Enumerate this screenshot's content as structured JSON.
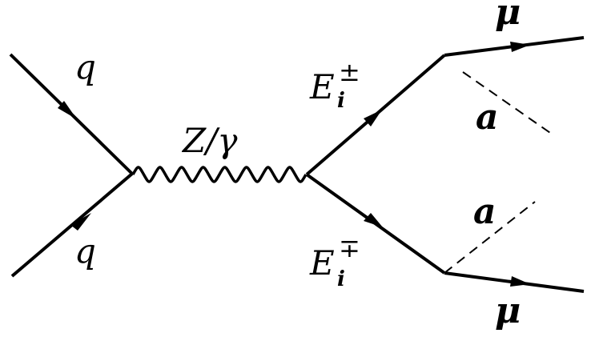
{
  "labels": {
    "quark_in": "q",
    "antiquark_in": "q",
    "boson": "Z/γ",
    "lepton_upper_base": "E",
    "lepton_upper_sub": "i",
    "lepton_upper_sup": "±",
    "lepton_lower_base": "E",
    "lepton_lower_sub": "i",
    "lepton_lower_sup": "∓",
    "muon_upper": "μ",
    "muon_lower": "μ",
    "axion_upper": "a",
    "axion_lower": "a"
  },
  "colors": {
    "line": "#000000",
    "background": "#ffffff"
  }
}
